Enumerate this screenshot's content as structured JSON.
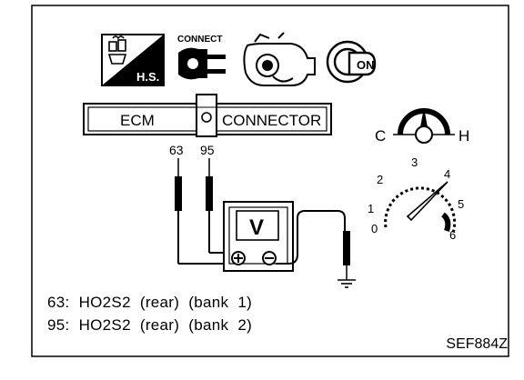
{
  "header_icons": [
    {
      "name": "hot-start-icon",
      "label": "H.S."
    },
    {
      "name": "connect-icon",
      "label": "CONNECT"
    },
    {
      "name": "engine-icon",
      "label": ""
    },
    {
      "name": "ignition-key-icon",
      "label": "ON"
    }
  ],
  "connector": {
    "left_label": "ECM",
    "right_label": "CONNECTOR"
  },
  "pins": [
    "63",
    "95"
  ],
  "meter": {
    "display": "V",
    "pos_symbol": "+",
    "neg_symbol": "−"
  },
  "temp_gauge": {
    "cold": "C",
    "hot": "H"
  },
  "tachometer": {
    "ticks": [
      "0",
      "1",
      "2",
      "3",
      "4",
      "5",
      "6"
    ]
  },
  "legend": [
    "63:  HO2S2  (rear)  (bank  1)",
    "95:  HO2S2  (rear)  (bank  2)"
  ],
  "figure_ref": "SEF884Z",
  "colors": {
    "ink": "#000000",
    "paper": "#ffffff"
  }
}
